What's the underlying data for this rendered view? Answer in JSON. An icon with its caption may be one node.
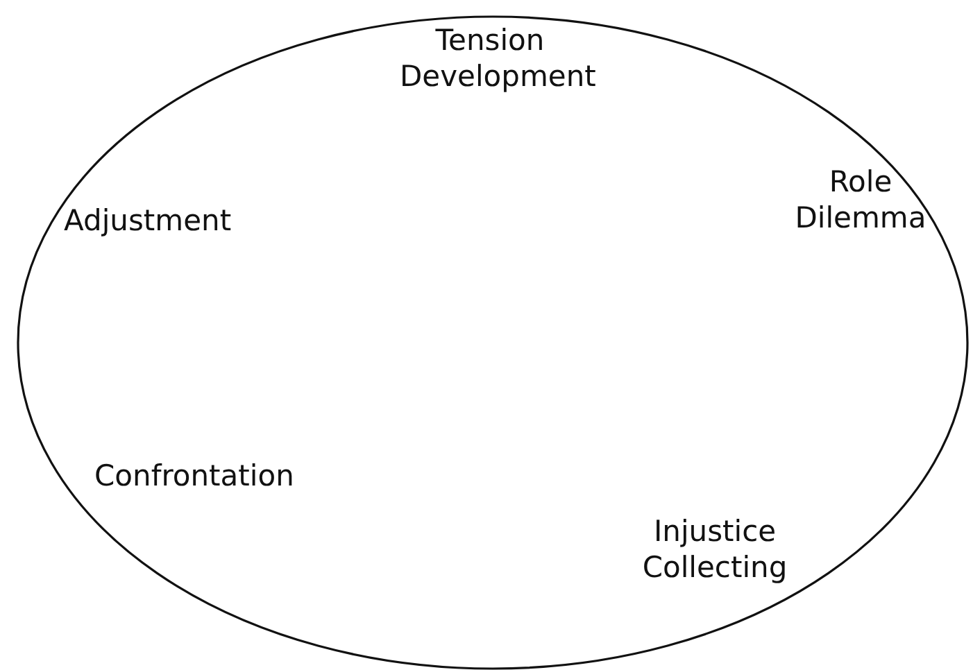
{
  "diagram": {
    "labels": [
      "Tension Development",
      "Role Dilemma",
      "Adjustment",
      "Confrontation",
      "Injustice Collecting"
    ]
  }
}
